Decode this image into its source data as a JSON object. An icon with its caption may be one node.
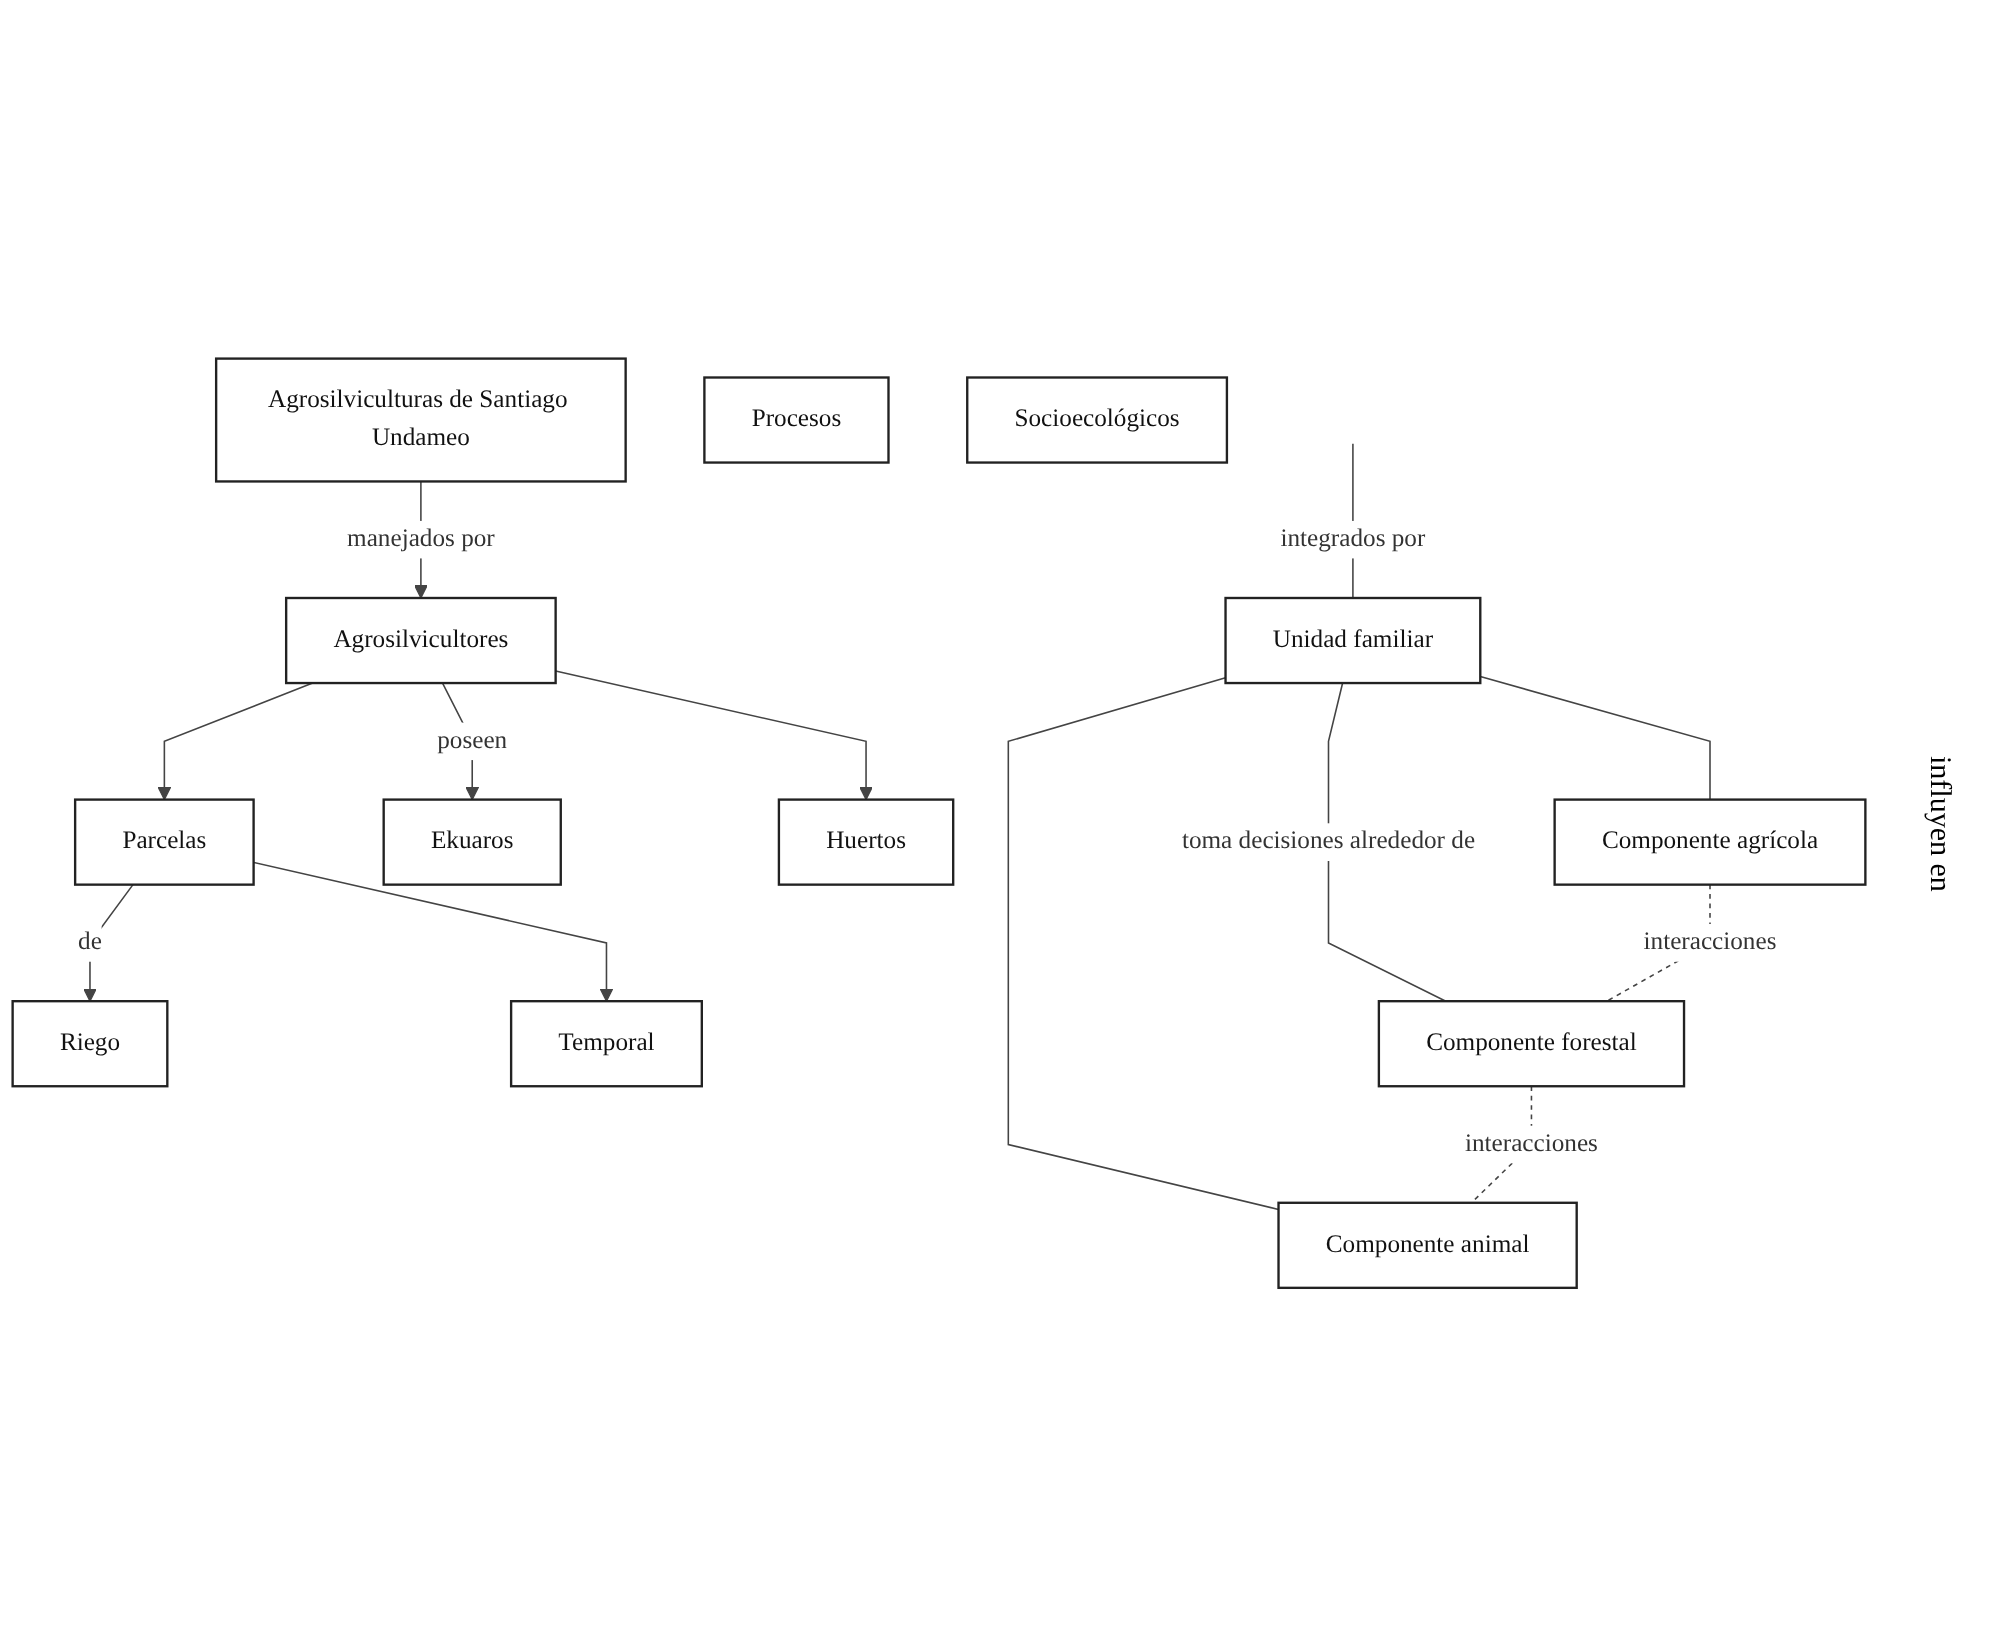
{
  "diagram": {
    "nodes": [
      {
        "text": [
          "Agrosilviculturas de Santiago Undameo"
        ]
      },
      {
        "text": [
          "Agrosilvicultores"
        ]
      },
      {
        "text": [
          "Parcelas"
        ]
      },
      {
        "text": [
          "Ekuaros"
        ]
      },
      {
        "text": [
          "Huertos"
        ]
      },
      {
        "text": [
          "Riego"
        ]
      },
      {
        "text": [
          "Temporal"
        ]
      },
      {
        "text": [
          "Unidad familiar"
        ]
      },
      {
        "text": [
          "Componente agrícola"
        ]
      },
      {
        "text": [
          "Componente forestal"
        ]
      },
      {
        "text": [
          "Componente animal"
        ]
      },
      {
        "text": [
          "Procesos"
        ]
      },
      {
        "text": [
          "Socioecológicos"
        ]
      }
    ],
    "edges": [
      {
        "from": 0,
        "to": 1,
        "arrow": "to",
        "label": "manejados por"
      },
      {
        "from": 1,
        "to": 2,
        "arrow": "to"
      },
      {
        "from": 1,
        "to": 3,
        "arrow": "to",
        "label": "poseen"
      },
      {
        "from": 1,
        "to": 4,
        "arrow": "to"
      },
      {
        "from": 2,
        "to": 5,
        "arrow": "to",
        "label": "de"
      },
      {
        "from": 2,
        "to": 6,
        "arrow": "to"
      },
      {
        "from": null,
        "to": 7,
        "arrow": "none",
        "label": "integrados por"
      },
      {
        "from": 7,
        "to": 8,
        "arrow": "none"
      },
      {
        "from": 7,
        "to": 9,
        "arrow": "none",
        "label": "toma decisiones alrededor de"
      },
      {
        "from": 7,
        "to": 10,
        "arrow": "none"
      },
      {
        "from": 8,
        "to": 9,
        "arrow": "none",
        "style": "dashed",
        "label": "interacciones"
      },
      {
        "from": 9,
        "to": 10,
        "arrow": "none",
        "style": "dashed",
        "label": "interacciones"
      }
    ],
    "labels": [
      "influyen en"
    ]
  }
}
